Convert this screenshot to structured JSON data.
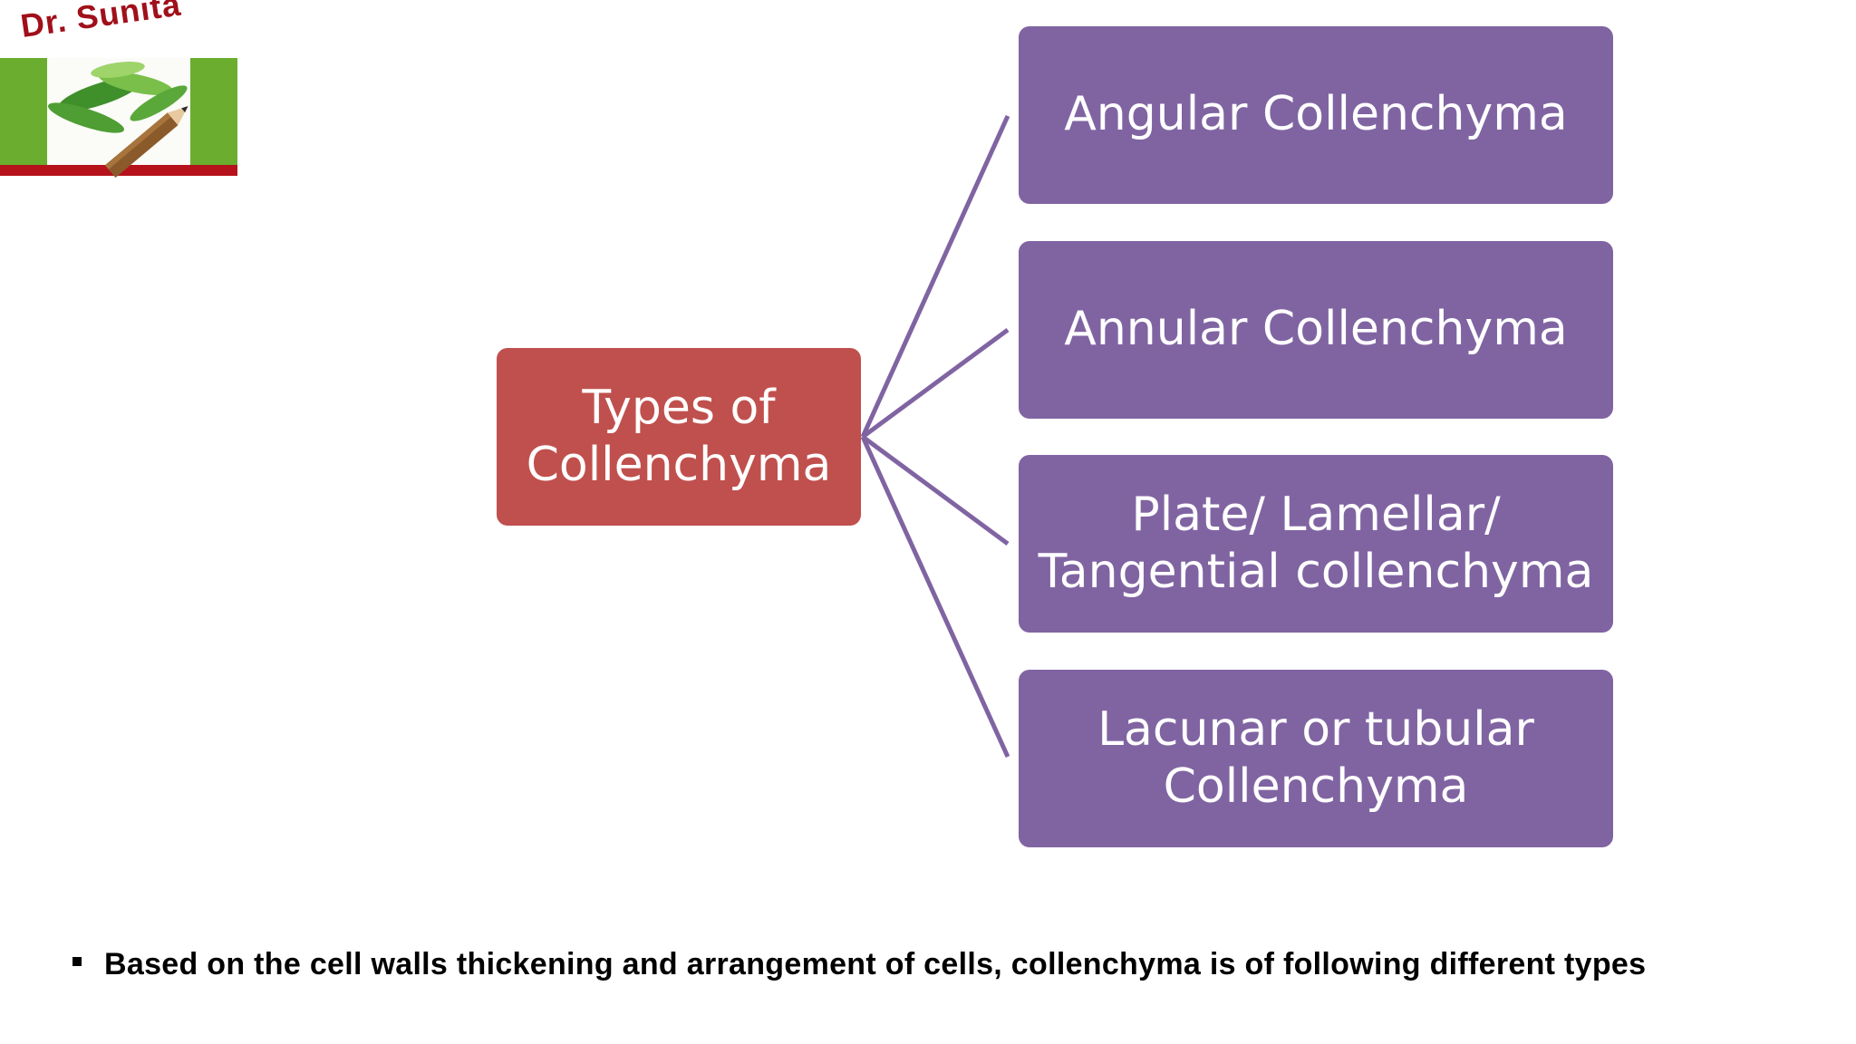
{
  "logo": {
    "text": "Dr. Sunita",
    "colors": {
      "text": "#a0101a",
      "side_panels": "#6aad2f",
      "base_bar": "#b5121b"
    }
  },
  "diagram": {
    "root": {
      "label": "Types of\nCollenchyma",
      "color": "#c0504d"
    },
    "children": [
      {
        "label": "Angular Collenchyma",
        "color": "#8064a2"
      },
      {
        "label": "Annular Collenchyma",
        "color": "#8064a2"
      },
      {
        "label": "Plate/ Lamellar/\nTangential collenchyma",
        "color": "#8064a2"
      },
      {
        "label": "Lacunar or tubular\nCollenchyma",
        "color": "#8064a2"
      }
    ],
    "connector_color": "#8064a2"
  },
  "caption": {
    "text": "Based on the cell walls thickening and arrangement of cells, collenchyma is of following different types"
  }
}
